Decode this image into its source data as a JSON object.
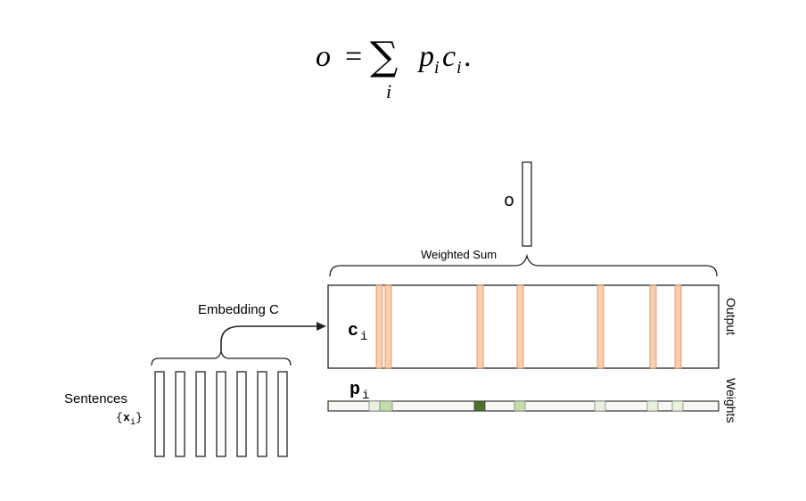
{
  "formula": {
    "lhs": "o",
    "equals": "=",
    "sum_symbol": "∑",
    "sum_index": "i",
    "p": "p",
    "p_sub": "i",
    "c": "c",
    "c_sub": "i",
    "period": "."
  },
  "diagram": {
    "output_vector_label": "o",
    "weighted_sum_label": "Weighted Sum",
    "embedding_label": "Embedding C",
    "sentences_label": "Sentences",
    "sentences_set_open": "{",
    "sentences_set_var": "x",
    "sentences_set_sub": "i",
    "sentences_set_close": "}",
    "ci_label": "c",
    "ci_sub": "i",
    "pi_label": "p",
    "pi_sub": "i",
    "output_side_label": "Output",
    "weights_side_label": "Weights",
    "colors": {
      "output_stripe_fill": "#f9cfae",
      "output_stripe_stroke": "#d9895a",
      "weight_dark": "#4f6f2a",
      "weight_mid": "#c6dcaa",
      "weight_light": "#e9f1dc",
      "weight_base": "#f6f8f2",
      "stroke": "#222222"
    }
  }
}
